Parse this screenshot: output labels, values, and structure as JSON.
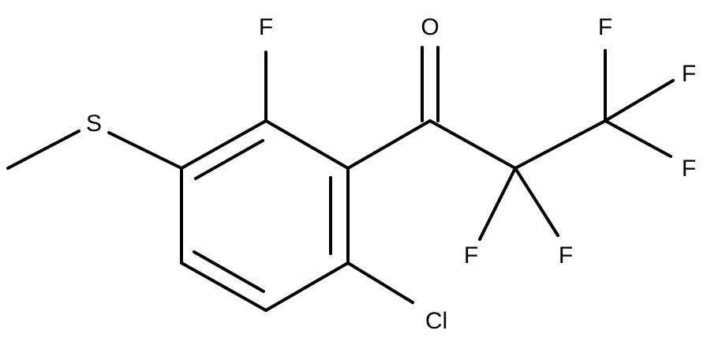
{
  "molecule": {
    "atoms": {
      "o": "O",
      "f_ring": "F",
      "s": "S",
      "cl": "Cl",
      "f_cf3_top": "F",
      "f_cf3_right": "F",
      "f_cf3_bottom": "F",
      "f_cf2_left": "F",
      "f_cf2_right": "F"
    },
    "line_color": "#000000",
    "background_color": "#ffffff"
  }
}
